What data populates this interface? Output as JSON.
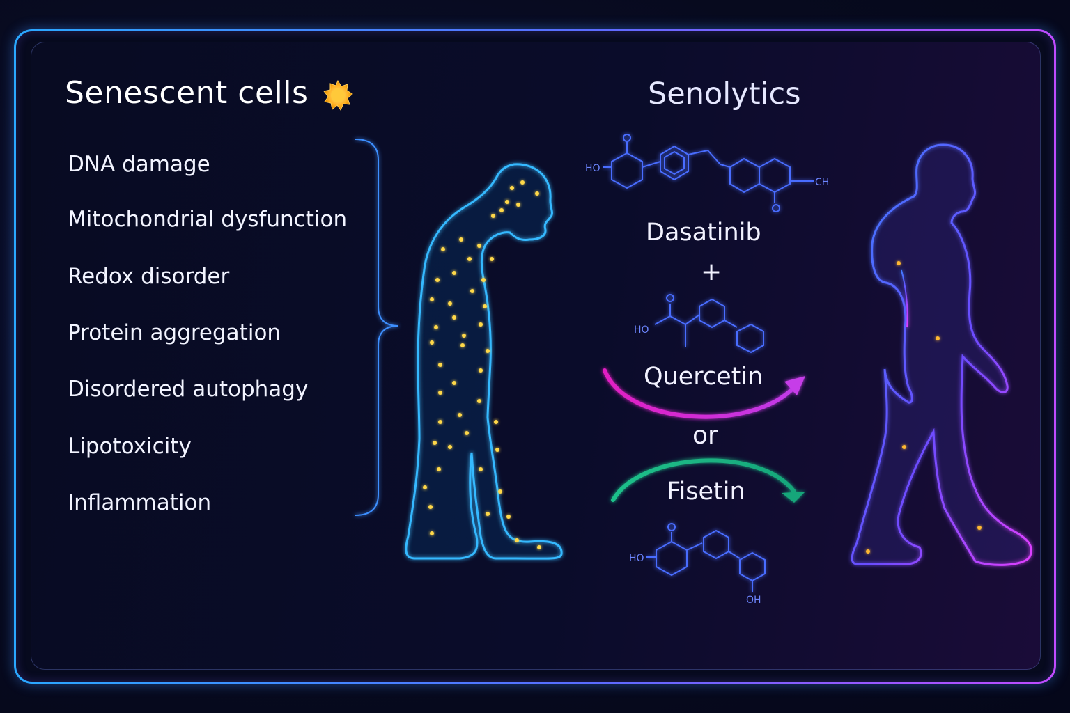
{
  "left_panel": {
    "title": "Senescent cells",
    "title_icon": "sun-icon",
    "factors": [
      "DNA damage",
      "Mitochondrial dysfunction",
      "Redox disorder",
      "Protein aggregation",
      "Disordered autophagy",
      "Lipotoxicity",
      "Inflammation"
    ]
  },
  "right_panel": {
    "title": "Senolytics",
    "drug1": "Dasatinib",
    "plus": "+",
    "drug2": "Quercetin",
    "or": "or",
    "drug3": "Fisetin"
  },
  "molecule_labels": {
    "m1_ho": "HO",
    "m1_ch": "CH",
    "m2_ho": "HO",
    "m3_ho": "HO",
    "m3_oh": "OH"
  },
  "colors": {
    "accent_blue": "#2aa8ff",
    "accent_purple": "#c04bff",
    "senescent_dot": "#ffd84a",
    "arrow_magenta": "#e21fc2",
    "arrow_green": "#19b27a"
  }
}
